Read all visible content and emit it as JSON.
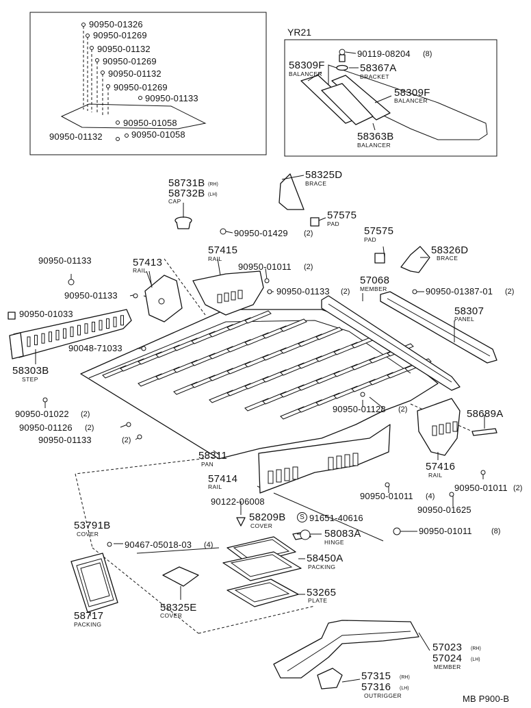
{
  "diagram": {
    "inset_a": {
      "parts": [
        "90950-01326",
        "90950-01269",
        "90950-01132",
        "90950-01269",
        "90950-01132",
        "90950-01269",
        "90950-01133",
        "90950-01058",
        "90950-01132",
        "90950-01058"
      ]
    },
    "inset_b": {
      "title": "YR21",
      "bolt": {
        "num": "90119-08204",
        "qty": "(8)"
      },
      "bracket": {
        "num": "58367A",
        "name": "BRACKET"
      },
      "balancer_left": {
        "num": "58309F",
        "name": "BALANCER"
      },
      "balancer_right": {
        "num": "58309F",
        "name": "BALANCER"
      },
      "balancer_bottom": {
        "num": "58363B",
        "name": "BALANCER"
      }
    },
    "main": {
      "brace_top": {
        "num": "58325D",
        "name": "BRACE"
      },
      "cap": {
        "num_rh": "58731B",
        "rh": "(RH)",
        "num_lh": "58732B",
        "lh": "(LH)",
        "name": "CAP"
      },
      "pad_top": {
        "num": "57575",
        "name": "PAD"
      },
      "grommet_01429": {
        "num": "90950-01429",
        "qty": "(2)"
      },
      "pad_right": {
        "num": "57575",
        "name": "PAD"
      },
      "brace_right": {
        "num": "58326D",
        "name": "BRACE"
      },
      "rail_57415": {
        "num": "57415",
        "name": "RAIL"
      },
      "rail_57413": {
        "num": "57413",
        "name": "RAIL"
      },
      "plug_01011_top": {
        "num": "90950-01011",
        "qty": "(2)"
      },
      "plug_01133_left": {
        "num": "90950-01133"
      },
      "plug_01133_mid": {
        "num": "90950-01133"
      },
      "plug_01133_right": {
        "num": "90950-01133",
        "qty": "(2)"
      },
      "member_57068": {
        "num": "57068",
        "name": "MEMBER"
      },
      "plug_01387": {
        "num": "90950-01387-01",
        "qty": "(2)"
      },
      "plug_01033": {
        "num": "90950-01033"
      },
      "panel_58307": {
        "num": "58307",
        "name": "PANEL"
      },
      "clip_71033": {
        "num": "90048-71033"
      },
      "step_58303B": {
        "num": "58303B",
        "name": "STEP"
      },
      "plug_01022": {
        "num": "90950-01022",
        "qty": "(2)"
      },
      "plug_01128": {
        "num": "90950-01128",
        "qty": "(2)"
      },
      "plate_58689A": {
        "num": "58689A"
      },
      "plug_01126": {
        "num": "90950-01126",
        "qty": "(2)"
      },
      "plug_01133_bottom": {
        "num": "90950-01133",
        "qty": "(2)"
      },
      "pan_58311": {
        "num": "58311",
        "name": "PAN"
      },
      "rail_57414": {
        "num": "57414",
        "name": "RAIL"
      },
      "rail_57416": {
        "num": "57416",
        "name": "RAIL"
      },
      "plug_01011_r1": {
        "num": "90950-01011",
        "qty": "(2)"
      },
      "plug_01011_r2": {
        "num": "90950-01011",
        "qty": "(4)"
      },
      "plug_01625": {
        "num": "90950-01625"
      },
      "screw_06008": {
        "num": "90122-06008"
      },
      "cover_58209B": {
        "num": "58209B",
        "name": "COVER"
      },
      "seal_symbol": "S",
      "seal_40616": {
        "num": "91651-40616"
      },
      "hinge_58083A": {
        "num": "58083A",
        "name": "HINGE"
      },
      "plug_01011_big": {
        "num": "90950-01011",
        "qty": "(8)"
      },
      "cover_53791B": {
        "num": "53791B",
        "name": "COVER"
      },
      "screw_05018": {
        "num": "90467-05018-03",
        "qty": "(4)"
      },
      "packing_58450A": {
        "num": "58450A",
        "name": "PACKING"
      },
      "plate_53265": {
        "num": "53265",
        "name": "PLATE"
      },
      "cover_58325E": {
        "num": "58325E",
        "name": "COVER"
      },
      "packing_58717": {
        "num": "58717",
        "name": "PACKING"
      },
      "member_5702x": {
        "num_rh": "57023",
        "rh": "(RH)",
        "num_lh": "57024",
        "lh": "(LH)",
        "name": "MEMBER"
      },
      "outrigger_5731x": {
        "num_rh": "57315",
        "rh": "(RH)",
        "num_lh": "57316",
        "lh": "(LH)",
        "name": "OUTRIGGER"
      }
    },
    "footer_code": "MB P900-B"
  }
}
